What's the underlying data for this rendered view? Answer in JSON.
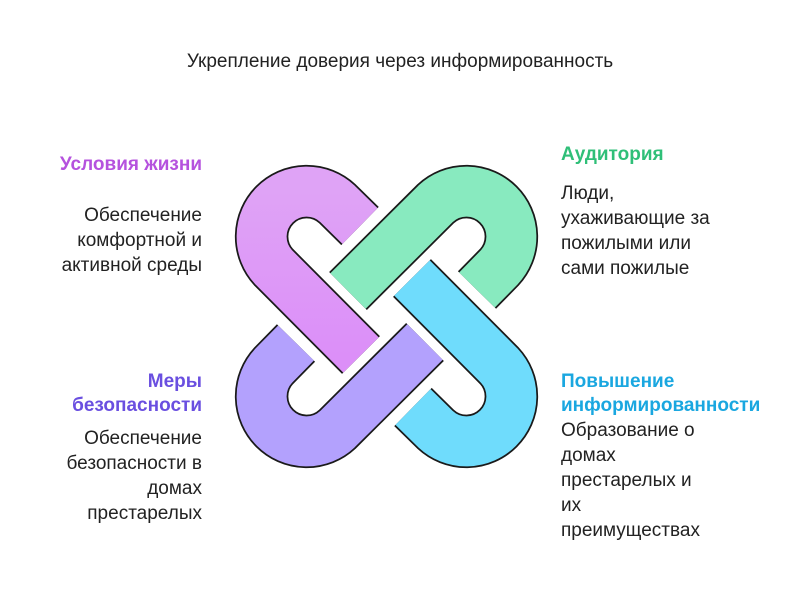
{
  "title": "Укрепление доверия через информированность",
  "diagram": {
    "type": "interlocked-knot",
    "pieces": [
      {
        "name": "living-conditions",
        "color": "#DE9AF7",
        "position": "top-left"
      },
      {
        "name": "audience",
        "color": "#88EABF",
        "position": "top-right"
      },
      {
        "name": "awareness",
        "color": "#6FDCFC",
        "position": "bottom-right"
      },
      {
        "name": "safety",
        "color": "#B3A1FD",
        "position": "bottom-left"
      }
    ]
  },
  "blocks": {
    "living": {
      "heading": "Условия жизни",
      "color": "#B552DE",
      "lines": [
        "Обеспечение",
        "комфортной и",
        "активной среды"
      ]
    },
    "audience": {
      "heading": "Аудитория",
      "color": "#2FBF78",
      "lines": [
        "Люди,",
        "ухаживающие за",
        "пожилыми или",
        "сами пожилые"
      ]
    },
    "safety": {
      "heading_lines": [
        "Меры",
        "безопасности"
      ],
      "color": "#6A4FE0",
      "lines": [
        "Обеспечение",
        "безопасности в",
        "домах",
        "престарелых"
      ]
    },
    "awareness": {
      "heading_lines": [
        "Повышение",
        "информированности"
      ],
      "color": "#1AA7E0",
      "lines": [
        "Образование о",
        "домах",
        "престарелых и",
        "их",
        "преимуществах"
      ]
    }
  }
}
